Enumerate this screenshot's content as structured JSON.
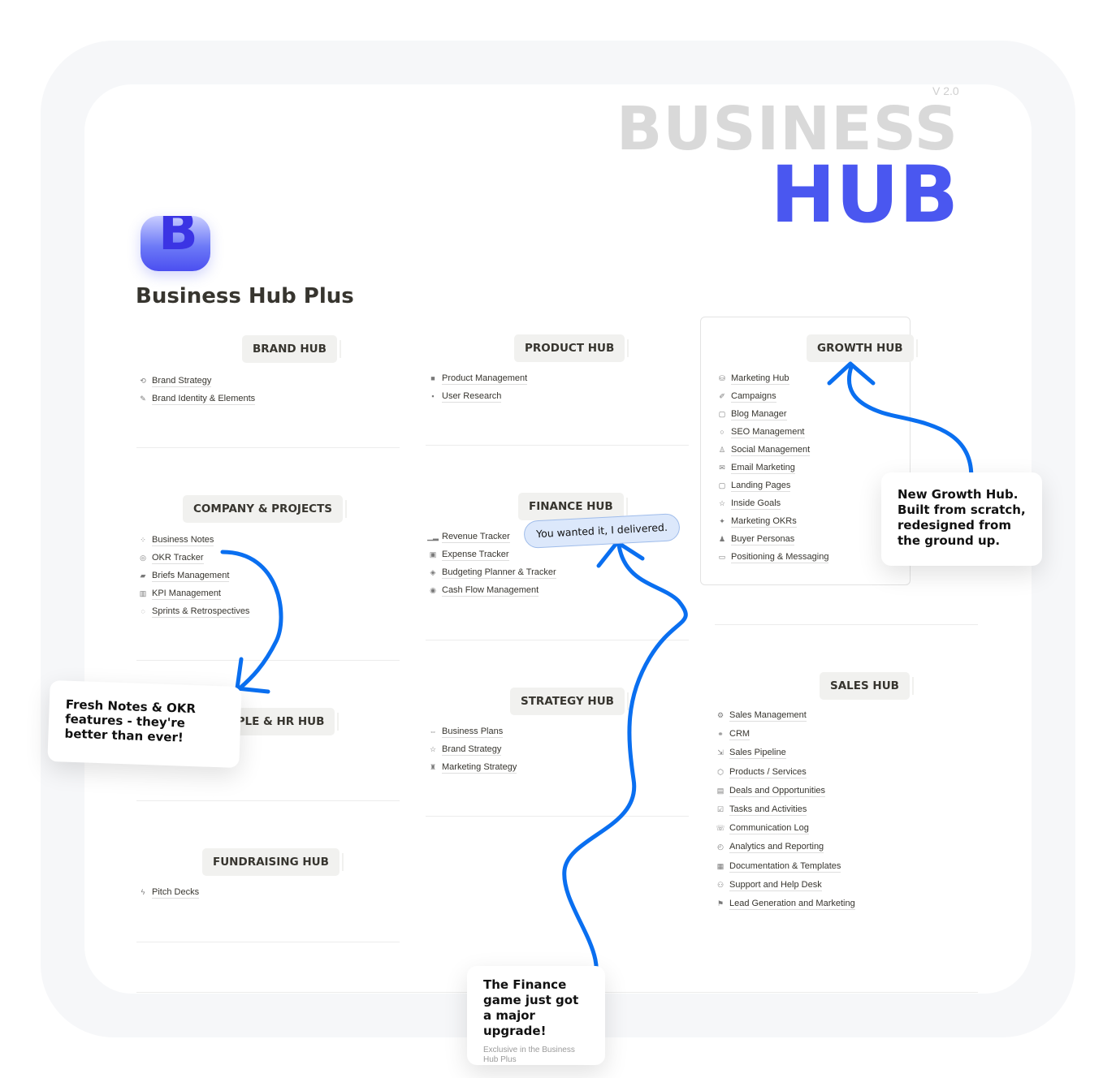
{
  "version": "V 2.0",
  "brand": {
    "line1": "BUSINESS",
    "line2": "HUB"
  },
  "logo_letter": "B",
  "page_title": "Business Hub Plus",
  "hubs": {
    "brand": {
      "title": "BRAND HUB",
      "items": [
        {
          "icon": "target-arrow-icon",
          "glyph": "⟲",
          "label": "Brand Strategy"
        },
        {
          "icon": "pen-icon",
          "glyph": "✎",
          "label": "Brand Identity & Elements"
        }
      ]
    },
    "product": {
      "title": "PRODUCT HUB",
      "items": [
        {
          "icon": "person-icon",
          "glyph": "■",
          "label": "Product Management"
        },
        {
          "icon": "document-icon",
          "glyph": "▪",
          "label": "User Research"
        }
      ]
    },
    "growth": {
      "title": "GROWTH HUB",
      "items": [
        {
          "icon": "database-icon",
          "glyph": "⛁",
          "label": "Marketing Hub"
        },
        {
          "icon": "megaphone-icon",
          "glyph": "✐",
          "label": "Campaigns"
        },
        {
          "icon": "square-icon",
          "glyph": "▢",
          "label": "Blog Manager"
        },
        {
          "icon": "search-icon",
          "glyph": "○",
          "label": "SEO Management"
        },
        {
          "icon": "thumbs-up-icon",
          "glyph": "♙",
          "label": "Social Management"
        },
        {
          "icon": "mail-icon",
          "glyph": "✉",
          "label": "Email Marketing"
        },
        {
          "icon": "square-icon",
          "glyph": "▢",
          "label": "Landing Pages"
        },
        {
          "icon": "star-icon",
          "glyph": "☆",
          "label": "Inside Goals"
        },
        {
          "icon": "sparkle-icon",
          "glyph": "✦",
          "label": "Marketing OKRs"
        },
        {
          "icon": "user-icon",
          "glyph": "♟",
          "label": "Buyer Personas"
        },
        {
          "icon": "chat-icon",
          "glyph": "▭",
          "label": "Positioning & Messaging"
        }
      ]
    },
    "company": {
      "title": "COMPANY & PROJECTS",
      "items": [
        {
          "icon": "nodes-icon",
          "glyph": "⁘",
          "label": "Business Notes"
        },
        {
          "icon": "target-icon",
          "glyph": "◎",
          "label": "OKR Tracker"
        },
        {
          "icon": "folder-icon",
          "glyph": "▰",
          "label": "Briefs Management"
        },
        {
          "icon": "chart-icon",
          "glyph": "▥",
          "label": "KPI Management"
        },
        {
          "icon": "cycle-icon",
          "glyph": "◌",
          "label": "Sprints & Retrospectives"
        }
      ]
    },
    "finance": {
      "title": "FINANCE HUB",
      "items": [
        {
          "icon": "bar-chart-icon",
          "glyph": "▁▂",
          "label": "Revenue Tracker"
        },
        {
          "icon": "receipt-icon",
          "glyph": "▣",
          "label": "Expense Tracker"
        },
        {
          "icon": "diamond-icon",
          "glyph": "◈",
          "label": "Budgeting Planner & Tracker"
        },
        {
          "icon": "coin-icon",
          "glyph": "◉",
          "label": "Cash Flow Management"
        }
      ]
    },
    "people": {
      "title": "PEOPLE & HR HUB",
      "items": []
    },
    "strategy": {
      "title": "STRATEGY HUB",
      "items": [
        {
          "icon": "link-icon",
          "glyph": "⇔",
          "label": "Business Plans"
        },
        {
          "icon": "star-icon",
          "glyph": "☆",
          "label": "Brand Strategy"
        },
        {
          "icon": "chess-icon",
          "glyph": "♜",
          "label": "Marketing Strategy"
        }
      ]
    },
    "fundraising": {
      "title": "FUNDRAISING HUB",
      "items": [
        {
          "icon": "bolt-icon",
          "glyph": "ϟ",
          "label": "Pitch Decks"
        }
      ]
    },
    "sales": {
      "title": "SALES HUB",
      "items": [
        {
          "icon": "gear-icon",
          "glyph": "⚙",
          "label": "Sales Management"
        },
        {
          "icon": "handshake-icon",
          "glyph": "⚭",
          "label": "CRM"
        },
        {
          "icon": "pipeline-icon",
          "glyph": "⇲",
          "label": "Sales Pipeline"
        },
        {
          "icon": "box-icon",
          "glyph": "⬡",
          "label": "Products / Services"
        },
        {
          "icon": "deal-icon",
          "glyph": "▤",
          "label": "Deals and Opportunities"
        },
        {
          "icon": "task-icon",
          "glyph": "☑",
          "label": "Tasks and Activities"
        },
        {
          "icon": "phone-icon",
          "glyph": "☏",
          "label": "Communication Log"
        },
        {
          "icon": "analytics-icon",
          "glyph": "◴",
          "label": "Analytics and Reporting"
        },
        {
          "icon": "doc-icon",
          "glyph": "▦",
          "label": "Documentation & Templates"
        },
        {
          "icon": "help-icon",
          "glyph": "⚇",
          "label": "Support and Help Desk"
        },
        {
          "icon": "lead-icon",
          "glyph": "⚑",
          "label": "Lead Generation and Marketing"
        }
      ]
    }
  },
  "callouts": {
    "growth": "New Growth Hub. Built from scratch, redesigned from the ground up.",
    "notes": "Fresh Notes & OKR features - they're better than ever!",
    "finance_title": "The Finance game just got a major upgrade!",
    "finance_sub": "Exclusive in the Business Hub Plus",
    "delivered": "You wanted it, I delivered."
  },
  "colors": {
    "accent": "#4a57f0",
    "arrow": "#0a6ff0",
    "muted_text": "#d9d9d9"
  }
}
